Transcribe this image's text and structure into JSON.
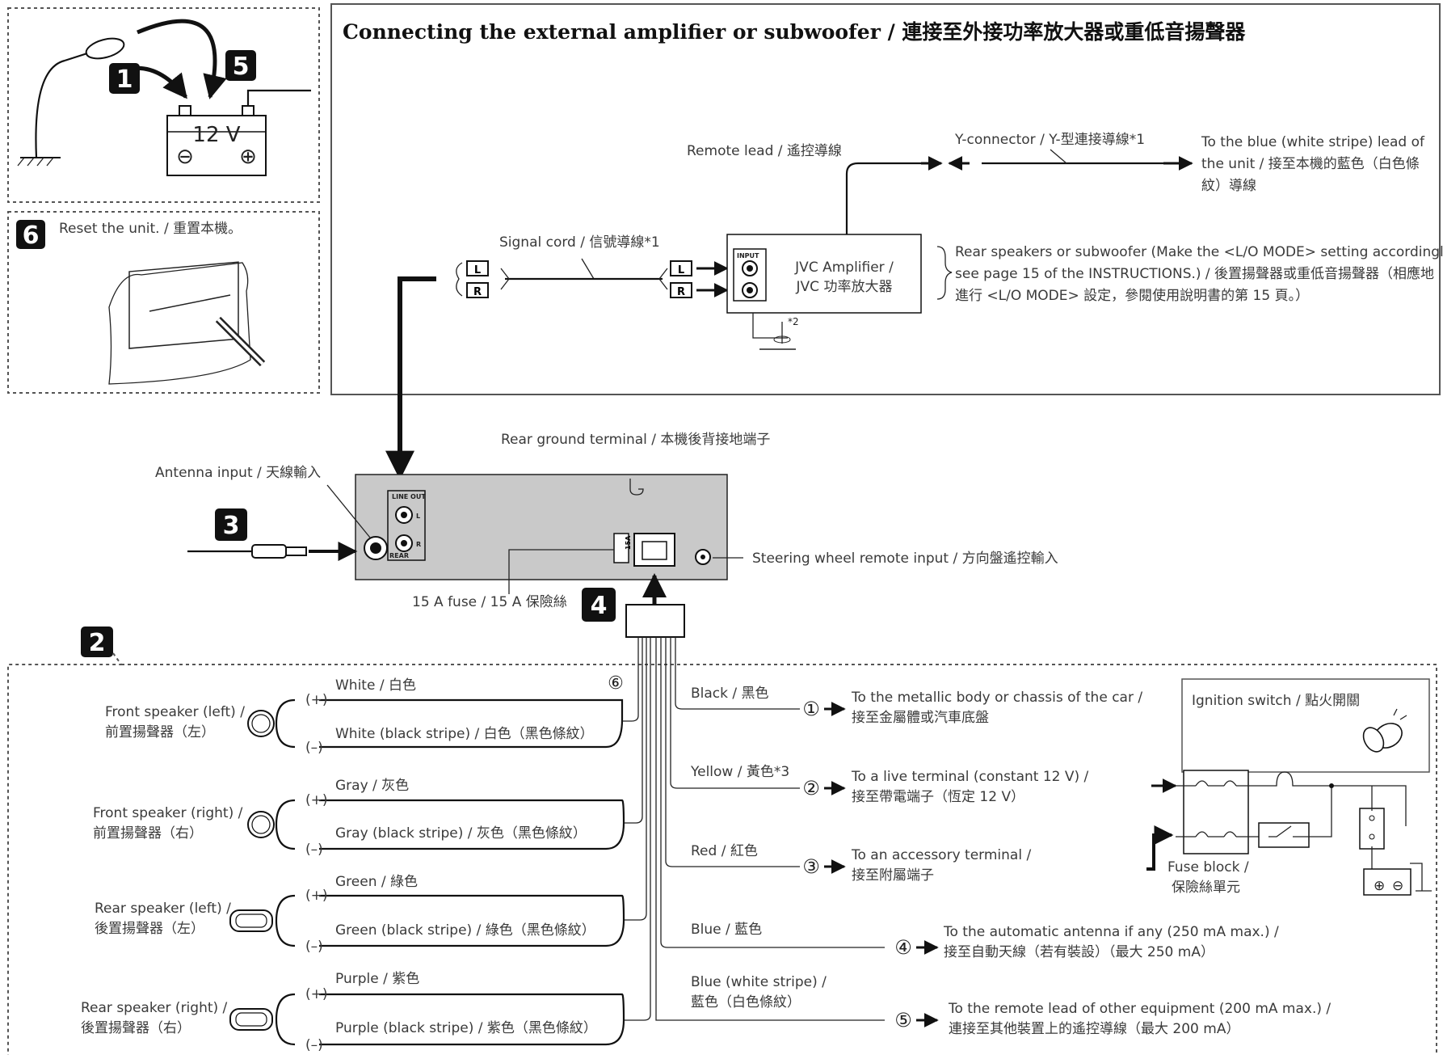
{
  "title": "Connecting the external amplifier or subwoofer / 連接至外接功率放大器或重低音揚聲器",
  "steps": [
    "1",
    "5",
    "6",
    "3",
    "4",
    "2"
  ],
  "battery": {
    "label": "12 V",
    "minus": "⊖",
    "plus": "⊕"
  },
  "reset": {
    "label": "Reset the unit. / 重置本機。"
  },
  "amp_section": {
    "remote_lead": "Remote lead / 遙控導線",
    "y_connector": "Y-connector / Y-型連接導線*1",
    "blue_lead": [
      "To the blue (white stripe) lead of",
      "the unit / 接至本機的藍色（白色條",
      "紋）導線"
    ],
    "signal_cord": "Signal cord / 信號導線*1",
    "amplifier": [
      "JVC Amplifier /",
      "JVC 功率放大器"
    ],
    "input_label": "INPUT",
    "rear_speakers": [
      "Rear speakers or subwoofer (Make the <L/O MODE> setting accordingly,",
      "see page 15 of the INSTRUCTIONS.) / 後置揚聲器或重低音揚聲器（相應地",
      "進行 <L/O MODE> 設定，參閱使用說明書的第 15 頁。）"
    ],
    "ground_note": "*2",
    "plug_L": "L",
    "plug_R": "R"
  },
  "unit": {
    "rear_ground": "Rear ground terminal / 本機後背接地端子",
    "antenna_input": "Antenna input / 天線輸入",
    "steering": "Steering wheel remote input / 方向盤遙控輸入",
    "fuse": "15 A fuse / 15 A 保險絲",
    "line_out": "LINE OUT",
    "rear": "REAR",
    "ch_L": "L",
    "ch_R": "R",
    "fuse_mark": "15A"
  },
  "speakers": [
    {
      "name": [
        "Front speaker (left) /",
        "前置揚聲器（左）"
      ],
      "plus_wire": "White / 白色",
      "minus_wire": "White (black stripe) / 白色（黑色條紋）"
    },
    {
      "name": [
        "Front speaker (right) /",
        "前置揚聲器（右）"
      ],
      "plus_wire": "Gray / 灰色",
      "minus_wire": "Gray (black stripe) / 灰色（黑色條紋）"
    },
    {
      "name": [
        "Rear speaker (left) /",
        "後置揚聲器（左）"
      ],
      "plus_wire": "Green / 綠色",
      "minus_wire": "Green (black stripe) / 綠色（黑色條紋）"
    },
    {
      "name": [
        "Rear speaker (right) /",
        "後置揚聲器（右）"
      ],
      "plus_wire": "Purple / 紫色",
      "minus_wire": "Purple (black stripe) / 紫色（黑色條紋）"
    }
  ],
  "polarity": {
    "plus": "(+)",
    "minus": "(–)"
  },
  "speaker_group_number": "⑥",
  "leads": [
    {
      "num": "①",
      "wire": [
        "Black / 黑色"
      ],
      "dest": [
        "To the metallic body or chassis of the car /",
        "接至金屬體或汽車底盤"
      ]
    },
    {
      "num": "②",
      "wire": [
        "Yellow / 黃色*3"
      ],
      "dest": [
        "To a live terminal (constant 12 V) /",
        "接至帶電端子（恆定 12 V）"
      ]
    },
    {
      "num": "③",
      "wire": [
        "Red / 紅色"
      ],
      "dest": [
        "To an accessory terminal /",
        "接至附屬端子"
      ]
    },
    {
      "num": "④",
      "wire": [
        "Blue / 藍色"
      ],
      "dest": [
        "To the automatic antenna if any (250 mA max.) /",
        "接至自動天線（若有裝設）（最大 250 mA）"
      ]
    },
    {
      "num": "⑤",
      "wire": [
        "Blue (white stripe) /",
        "藍色（白色條紋）"
      ],
      "dest": [
        "To the remote lead of other equipment (200 mA max.) /",
        "連接至其他裝置上的遙控導線（最大 200 mA）"
      ]
    }
  ],
  "ignition": {
    "switch": "Ignition switch / 點火開關",
    "fuse_block": [
      "Fuse block /",
      "保險絲單元"
    ]
  }
}
